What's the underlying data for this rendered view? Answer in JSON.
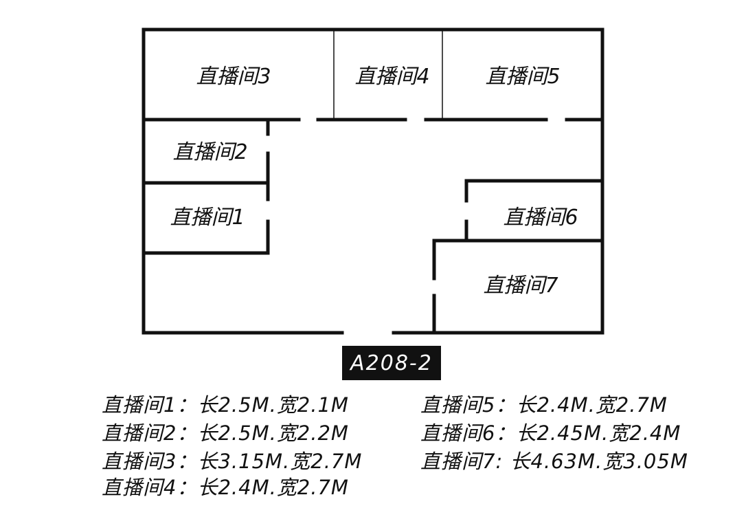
{
  "rooms": [
    {
      "label": "直播间3"
    },
    {
      "label": "直播间4"
    },
    {
      "label": "直播间5"
    },
    {
      "label": "直播间2"
    },
    {
      "label": "直播间1"
    },
    {
      "label": "直播间6"
    },
    {
      "label": "直播间7"
    }
  ],
  "plan_id": "A208-2",
  "dimensions": [
    "直播间1：长2.5M.宽2.1M",
    "直播间2：长2.5M.宽2.2M",
    "直播间3：长3.15M.宽2.7M",
    "直播间4：长2.4M.宽2.7M",
    "直播间5：长2.4M.宽2.7M",
    "直播间6：长2.45M.宽2.4M",
    "直播间7: 长4.63M.宽3.05M"
  ]
}
